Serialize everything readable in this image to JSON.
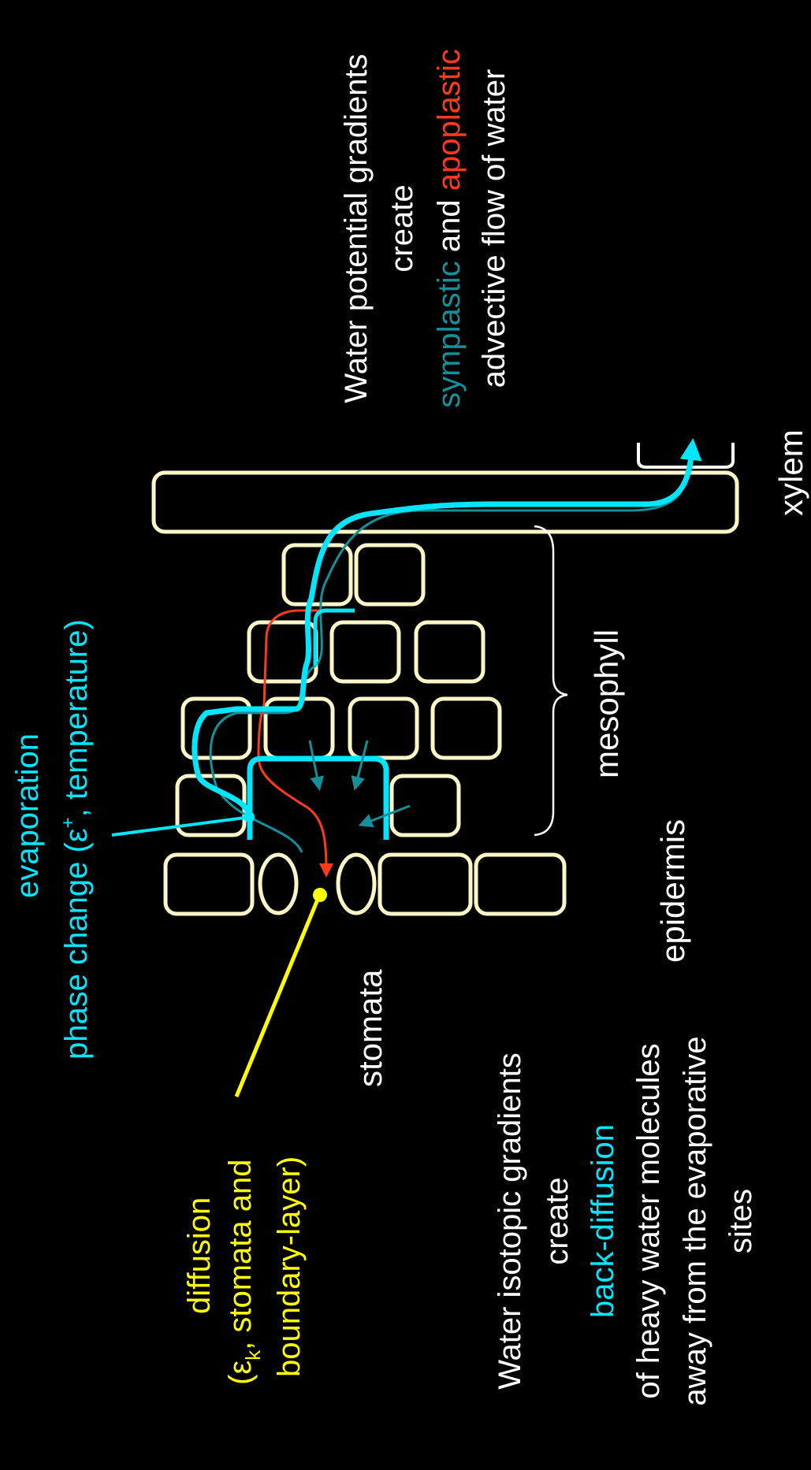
{
  "colors": {
    "background": "#000000",
    "cell_outline": "#fdf6c8",
    "text": "#ffffff",
    "cyan": "#00e6ff",
    "teal": "#14909a",
    "red": "#ff3a1a",
    "yellow": "#ffff00"
  },
  "evaporation": {
    "line1": "evaporation",
    "line2_prefix": "phase change (ε",
    "line2_sup": "+",
    "line2_suffix": ", temperature)"
  },
  "diffusion": {
    "line1": "diffusion",
    "line2_prefix": "(ε",
    "line2_sub": "k",
    "line2_suffix": ", stomata and",
    "line3": "boundary-layer)"
  },
  "labels": {
    "stomata": "stomata",
    "epidermis": "epidermis",
    "mesophyll": "mesophyll",
    "xylem": "xylem"
  },
  "top_text": {
    "line1": "Water potential gradients",
    "line2": "create",
    "line3_symplastic": "symplastic",
    "line3_and": " and ",
    "line3_apoplastic": "apoplastic",
    "line4": "advective flow of water"
  },
  "bottom_text": {
    "line1": "Water isotopic gradients",
    "line2": "create",
    "line3": "back-diffusion",
    "line4": "of heavy water molecules",
    "line5": "away from the evaporative",
    "line6": "sites"
  }
}
